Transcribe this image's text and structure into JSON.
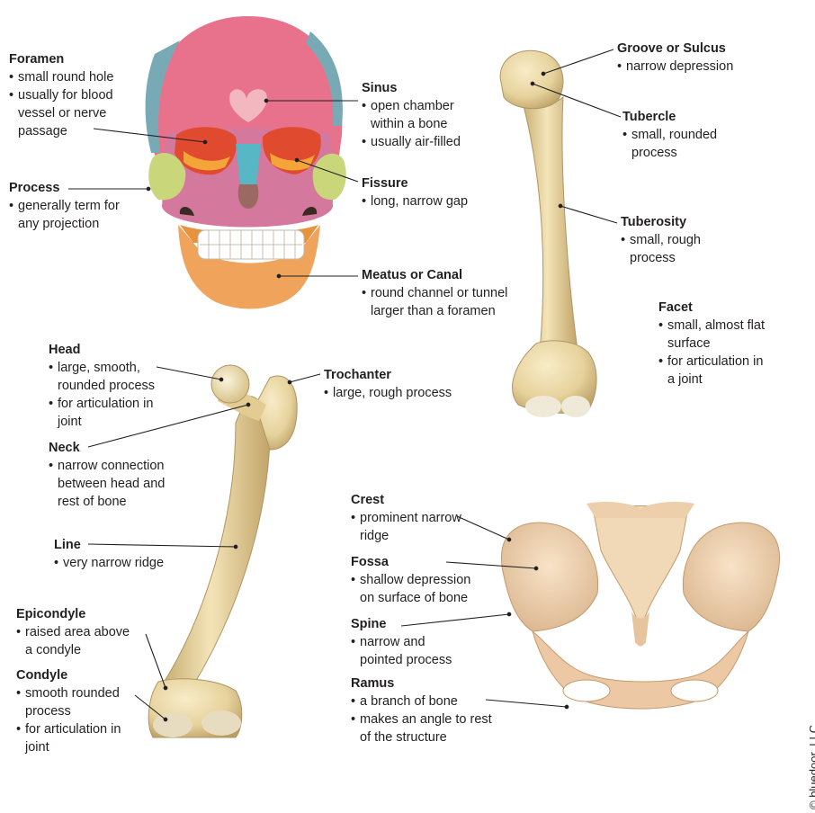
{
  "labels": [
    {
      "key": "foramen",
      "title": "Foramen",
      "lines": [
        "small round hole",
        "usually for blood\nvessel or nerve\npassage"
      ]
    },
    {
      "key": "sinus",
      "title": "Sinus",
      "lines": [
        "open chamber\nwithin a bone",
        "usually air-filled"
      ]
    },
    {
      "key": "process",
      "title": "Process",
      "lines": [
        "generally term for\nany projection"
      ]
    },
    {
      "key": "fissure",
      "title": "Fissure",
      "lines": [
        "long, narrow gap"
      ]
    },
    {
      "key": "meatus",
      "title": "Meatus or Canal",
      "lines": [
        "round channel or tunnel\nlarger than a foramen"
      ]
    },
    {
      "key": "groove",
      "title": "Groove or Sulcus",
      "lines": [
        "narrow depression"
      ]
    },
    {
      "key": "tubercle",
      "title": "Tubercle",
      "lines": [
        "small, rounded\nprocess"
      ]
    },
    {
      "key": "tuberosity",
      "title": "Tuberosity",
      "lines": [
        "small, rough\nprocess"
      ]
    },
    {
      "key": "facet",
      "title": "Facet",
      "lines": [
        "small, almost flat\nsurface",
        "for articulation in\na joint"
      ]
    },
    {
      "key": "head",
      "title": "Head",
      "lines": [
        "large, smooth,\nrounded process",
        "for articulation in\njoint"
      ]
    },
    {
      "key": "trochanter",
      "title": "Trochanter",
      "lines": [
        "large, rough process"
      ]
    },
    {
      "key": "neck",
      "title": "Neck",
      "lines": [
        "narrow connection\nbetween head and\nrest of bone"
      ]
    },
    {
      "key": "line",
      "title": "Line",
      "lines": [
        "very narrow ridge"
      ]
    },
    {
      "key": "epicondyle",
      "title": "Epicondyle",
      "lines": [
        "raised area above\na condyle"
      ]
    },
    {
      "key": "condyle",
      "title": "Condyle",
      "lines": [
        "smooth rounded\nprocess",
        "for articulation in\njoint"
      ]
    },
    {
      "key": "crest",
      "title": "Crest",
      "lines": [
        "prominent narrow\nridge"
      ]
    },
    {
      "key": "fossa",
      "title": "Fossa",
      "lines": [
        "shallow depression\non surface of bone"
      ]
    },
    {
      "key": "spine",
      "title": "Spine",
      "lines": [
        "narrow and\npointed process"
      ]
    },
    {
      "key": "ramus",
      "title": "Ramus",
      "lines": [
        "a branch of bone",
        "makes an angle to rest\nof the structure"
      ]
    }
  ],
  "credit": "© bluedoor, LLC",
  "colors": {
    "bone": "#e9d7a4",
    "bone_shadow": "#c9b27a",
    "skull_cranium": "#e8728c",
    "skull_face": "#d4789e",
    "skull_temporal": "#77aab5",
    "skull_zygomatic": "#c9d67a",
    "skull_mandible": "#f0a35a",
    "skull_nasal": "#57b7c4",
    "skull_sinus": "#f3b7c0",
    "skull_orbit": "#e04a2f",
    "pelvis": "#efd0ae",
    "leader": "#231f20"
  }
}
